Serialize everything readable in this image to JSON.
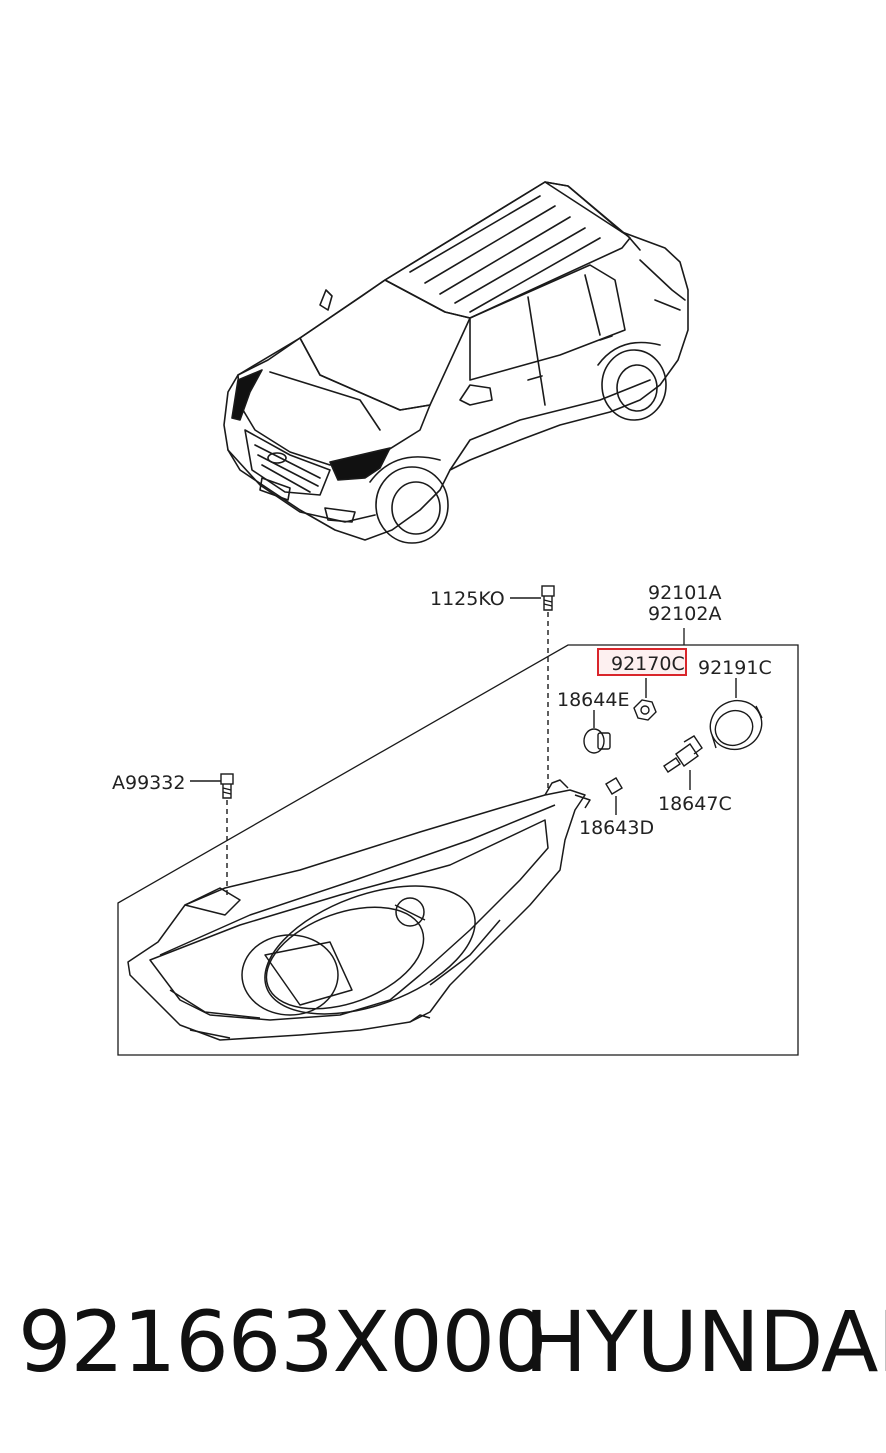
{
  "diagram": {
    "labels": {
      "bolt_top": "1125KO",
      "assembly_line1": "92101A",
      "assembly_line2": "92102A",
      "socket_highlight": "92170C",
      "cap": "92191C",
      "bulb_small": "18644E",
      "bulb_main": "18647C",
      "bulb_wedge": "18643D",
      "bolt_side": "A99332"
    },
    "highlight_color": "#d9252b",
    "highlight_fill": "#fbe3e3"
  },
  "footer": {
    "part_number": "921663X000",
    "brand": "HYUNDAI"
  }
}
